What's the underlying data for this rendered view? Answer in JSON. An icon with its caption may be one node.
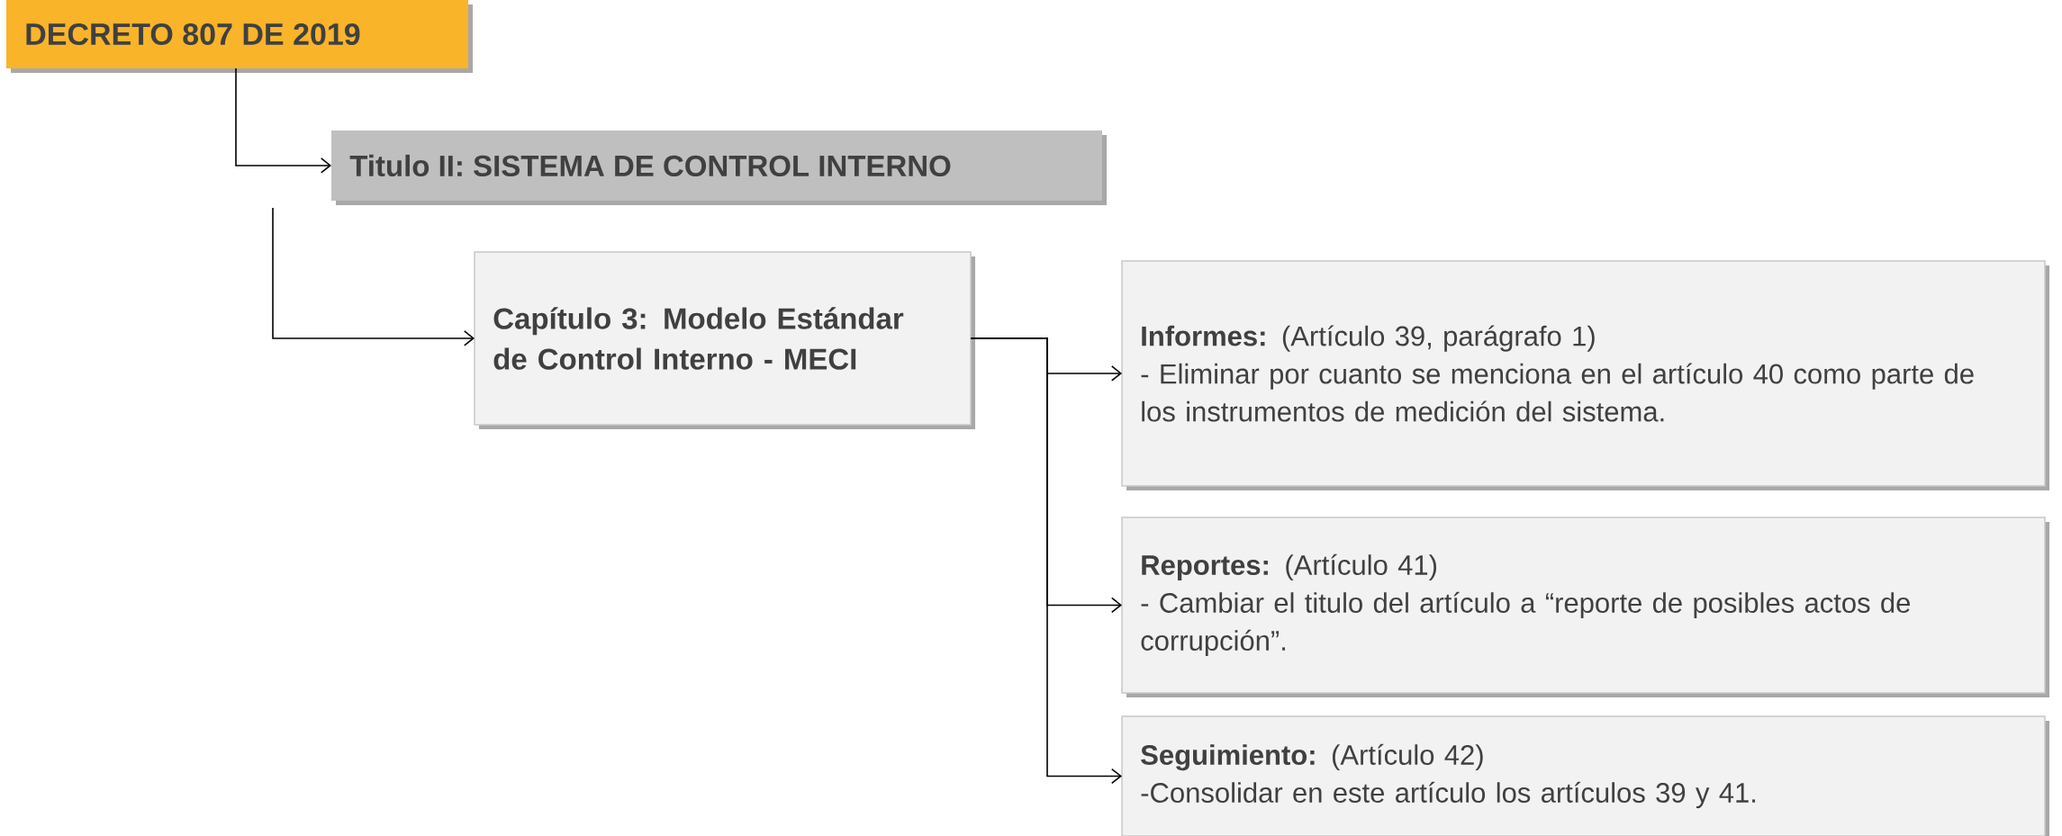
{
  "diagram": {
    "nodes": [
      {
        "text": [
          "DECRETO 807 DE 2019"
        ]
      },
      {
        "text": [
          "Titulo II: SISTEMA DE CONTROL INTERNO"
        ]
      },
      {
        "text": [
          "Capítulo 3: Modelo Estándar de Control Interno - MECI"
        ]
      },
      {
        "text": [
          "**Informes:** (Artículo 39, parágrafo 1)",
          "- Eliminar por cuanto se menciona en el artículo 40 como parte de los instrumentos de medición del sistema."
        ]
      },
      {
        "text": [
          "**Reportes:** (Artículo 41)",
          "- Cambiar el titulo del artículo a “reporte de posibles actos de corrupción”."
        ]
      },
      {
        "text": [
          "**Seguimiento:** (Artículo 42)",
          "-Consolidar en este artículo los artículos 39 y 41."
        ]
      }
    ],
    "edges": [
      {
        "from": 0,
        "to": 1,
        "arrow": "to"
      },
      {
        "from": 1,
        "to": 2,
        "arrow": "to"
      },
      {
        "from": 2,
        "to": 3,
        "arrow": "to"
      },
      {
        "from": 2,
        "to": 4,
        "arrow": "to"
      },
      {
        "from": 2,
        "to": 5,
        "arrow": "to"
      }
    ]
  }
}
